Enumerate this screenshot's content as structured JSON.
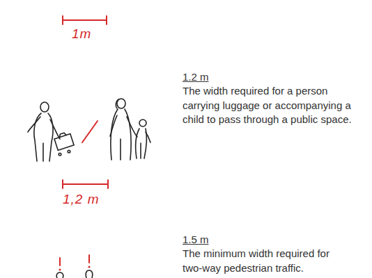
{
  "diagram": {
    "labels": [
      "1m",
      "1.2 m",
      "The width required for a person carrying luggage or accompanying a child to pass through a public space.",
      "1,2 m",
      "1.5 m",
      "The minimum width required for two-way pedestrian traffic."
    ]
  }
}
